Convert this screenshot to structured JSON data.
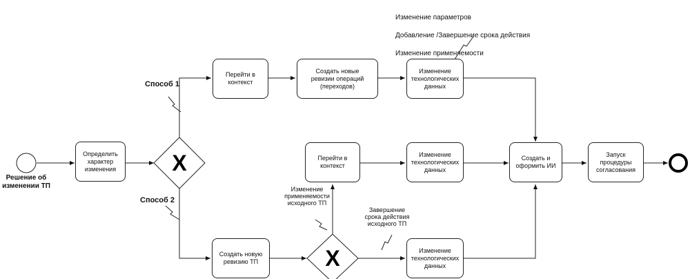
{
  "events": {
    "start_label": "Решение об\nизменении ТП"
  },
  "gateways": {
    "main_symbol": "X",
    "secondary_symbol": "X"
  },
  "tasks": {
    "define_change": "Определить\nхарактер\nизменения",
    "context_top": "Перейти в\nконтекст",
    "new_revisions_ops": "Создать новые\nревизии операций\n(переходов)",
    "tech_data_top": "Изменение\nтехнологических\nданных",
    "context_mid": "Перейти в\nконтекст",
    "tech_data_mid": "Изменение\nтехнологических\nданных",
    "create_ii": "Создать и\nоформить ИИ",
    "start_approval": "Запуск\nпроцедуры\nсогласования",
    "new_revision_tp": "Создать новую\nревизию ТП",
    "tech_data_bottom": "Изменение\nтехнологических\nданных"
  },
  "labels": {
    "method1": "Способ 1",
    "method2": "Способ 2",
    "applicability_source": "Изменение\nприменяемости\nисходного ТП",
    "expiry_source": "Завершение\nсрока действия\nисходного ТП"
  },
  "annotation": {
    "line1": "Изменение параметров",
    "line2": "Добавление /Завершение срока действия",
    "line3": "Изменение применяемости"
  }
}
